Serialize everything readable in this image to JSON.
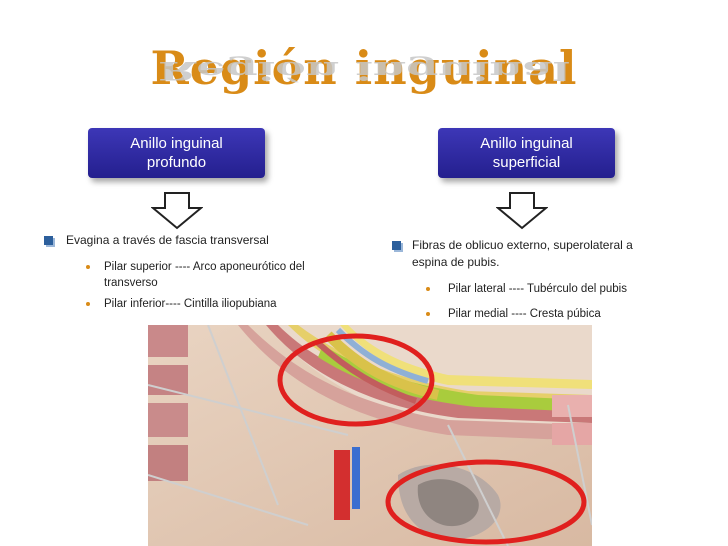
{
  "title": "Región inguinal",
  "left_box": {
    "line1": "Anillo inguinal",
    "line2": "profundo"
  },
  "right_box": {
    "line1": "Anillo inguinal",
    "line2": "superficial"
  },
  "left_text": {
    "main": "Evagina a través de fascia transversal",
    "items": [
      {
        "line1": "Pilar superior ---- Arco aponeurótico del",
        "line2": "transverso"
      },
      {
        "line1": "Pilar inferior---- Cintilla iliopubiana"
      }
    ]
  },
  "right_text": {
    "main_line1": "Fibras de oblicuo externo, superolateral a",
    "main_line2": "espina de pubis.",
    "items": [
      {
        "line1": "Pilar lateral ---- Tubérculo del pubis"
      },
      {
        "line1": "Pilar medial ---- Cresta púbica"
      }
    ]
  },
  "colors": {
    "title": "#d98b17",
    "box": "#2e28a3",
    "circle": "#e0201e"
  }
}
